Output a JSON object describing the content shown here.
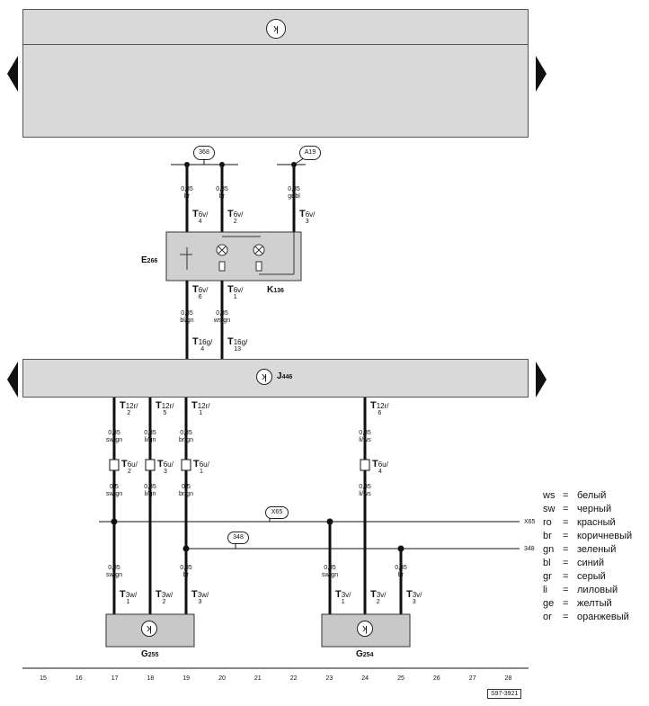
{
  "top_band_symbol": "ground-symbol",
  "wire_refs": {
    "r368": "368",
    "rA19": "A19",
    "rX65": "X65",
    "r348": "348"
  },
  "right_refs": {
    "x65": "X65",
    "r348": "348"
  },
  "components": {
    "E266": {
      "letter": "E",
      "num": "266"
    },
    "K136": {
      "letter": "K",
      "num": "136"
    },
    "J446": {
      "letter": "J",
      "num": "446"
    },
    "G255": {
      "letter": "G",
      "num": "255"
    },
    "G254": {
      "letter": "G",
      "num": "254"
    }
  },
  "wires": {
    "w1_top": {
      "size": "0,35",
      "color": "br"
    },
    "w2_top": {
      "size": "0,35",
      "color": "br"
    },
    "w3_top": {
      "size": "0,35",
      "color": "gr/bl"
    },
    "w1_mid": {
      "size": "0,35",
      "color": "bl/gn"
    },
    "w2_mid": {
      "size": "0,35",
      "color": "ws/gn"
    },
    "c17a": {
      "size": "0,35",
      "color": "sw/gn"
    },
    "c18a": {
      "size": "0,35",
      "color": "li/gn"
    },
    "c19a": {
      "size": "0,35",
      "color": "br/gn"
    },
    "c24a": {
      "size": "0,35",
      "color": "li/ws"
    },
    "c17b": {
      "size": "0,5",
      "color": "sw/gn"
    },
    "c18b": {
      "size": "0,35",
      "color": "li/gn"
    },
    "c19b": {
      "size": "0,5",
      "color": "br/gn"
    },
    "c24b": {
      "size": "0,35",
      "color": "li/ws"
    },
    "c17c": {
      "size": "0,35",
      "color": "sw/gn"
    },
    "c19c": {
      "size": "0,35",
      "color": "br"
    },
    "c23c": {
      "size": "0,35",
      "color": "sw/gn"
    },
    "c25c": {
      "size": "0,35",
      "color": "br"
    }
  },
  "plugs": {
    "p1": {
      "code": "6v/",
      "pin": "4"
    },
    "p2": {
      "code": "6v/",
      "pin": "2"
    },
    "p3": {
      "code": "6v/",
      "pin": "3"
    },
    "p4": {
      "code": "6v/",
      "pin": "6"
    },
    "p5": {
      "code": "6v/",
      "pin": "1"
    },
    "p6": {
      "code": "16g/",
      "pin": "4"
    },
    "p7": {
      "code": "16g/",
      "pin": "13"
    },
    "p8": {
      "code": "12r/",
      "pin": "2"
    },
    "p9": {
      "code": "12r/",
      "pin": "5"
    },
    "p10": {
      "code": "12r/",
      "pin": "1"
    },
    "p11": {
      "code": "12r/",
      "pin": "6"
    },
    "p12": {
      "code": "6u/",
      "pin": "2"
    },
    "p13": {
      "code": "6u/",
      "pin": "3"
    },
    "p14": {
      "code": "6u/",
      "pin": "1"
    },
    "p15": {
      "code": "6u/",
      "pin": "4"
    },
    "p16": {
      "code": "3w/",
      "pin": "1"
    },
    "p17": {
      "code": "3w/",
      "pin": "2"
    },
    "p18": {
      "code": "3w/",
      "pin": "3"
    },
    "p19": {
      "code": "3v/",
      "pin": "1"
    },
    "p20": {
      "code": "3v/",
      "pin": "2"
    },
    "p21": {
      "code": "3v/",
      "pin": "3"
    }
  },
  "plug_letter": "T",
  "scale": [
    "15",
    "16",
    "17",
    "18",
    "19",
    "20",
    "21",
    "22",
    "23",
    "24",
    "25",
    "26",
    "27",
    "28"
  ],
  "legend": [
    {
      "code": "ws",
      "name": "белый"
    },
    {
      "code": "sw",
      "name": "черный"
    },
    {
      "code": "ro",
      "name": "красный"
    },
    {
      "code": "br",
      "name": "коричневый"
    },
    {
      "code": "gn",
      "name": "зеленый"
    },
    {
      "code": "bl",
      "name": "синий"
    },
    {
      "code": "gr",
      "name": "серый"
    },
    {
      "code": "li",
      "name": "лиловый"
    },
    {
      "code": "ge",
      "name": "желтый"
    },
    {
      "code": "or",
      "name": "оранжевый"
    }
  ],
  "drawing_id": "S97-3921",
  "colors": {
    "band": "#d9d9d9",
    "wire": "#111111",
    "box": "#c8c8c8"
  }
}
